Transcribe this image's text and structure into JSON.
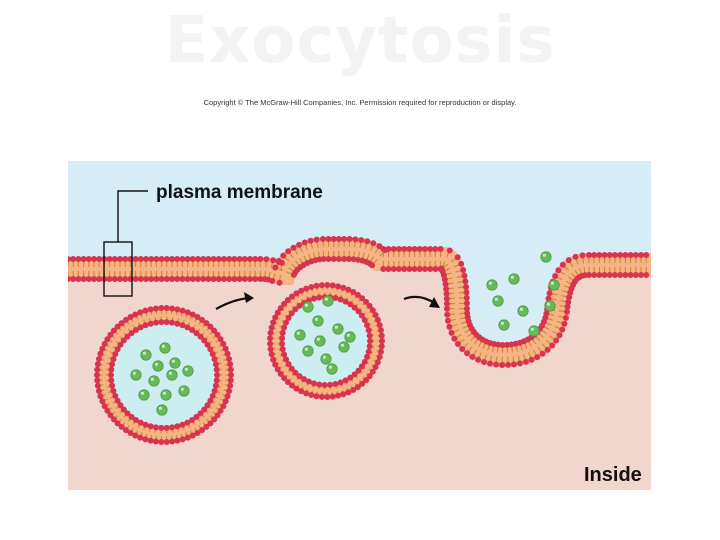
{
  "slide": {
    "title": "Exocytosis",
    "copyright": "Copyright © The McGraw-Hill Companies, Inc. Permission required for reproduction or display."
  },
  "figure": {
    "label_plasma_membrane": "plasma membrane",
    "label_inside": "Inside",
    "colors": {
      "outside": "#d6ecf6",
      "inside": "#f0d6cc",
      "lipid_head": "#d9344f",
      "lipid_tail": "#c98a2b",
      "membrane_core": "#f6b486",
      "vesicle_content": "#cdeef0",
      "molecule": "#67b95a"
    }
  }
}
